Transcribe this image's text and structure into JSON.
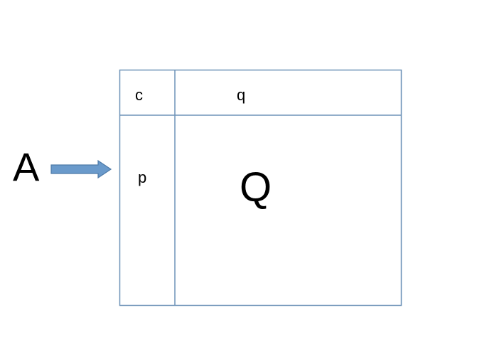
{
  "labels": {
    "left_vector": "A",
    "corner": "c",
    "top_block": "q",
    "left_block": "p",
    "main_block": "Q"
  },
  "colors": {
    "matrix_border": "#6e93b8",
    "arrow_fill": "#6a9acb",
    "arrow_stroke": "#4d7aa8",
    "text": "#000000"
  },
  "icons": {
    "arrow": "right-arrow-icon"
  }
}
